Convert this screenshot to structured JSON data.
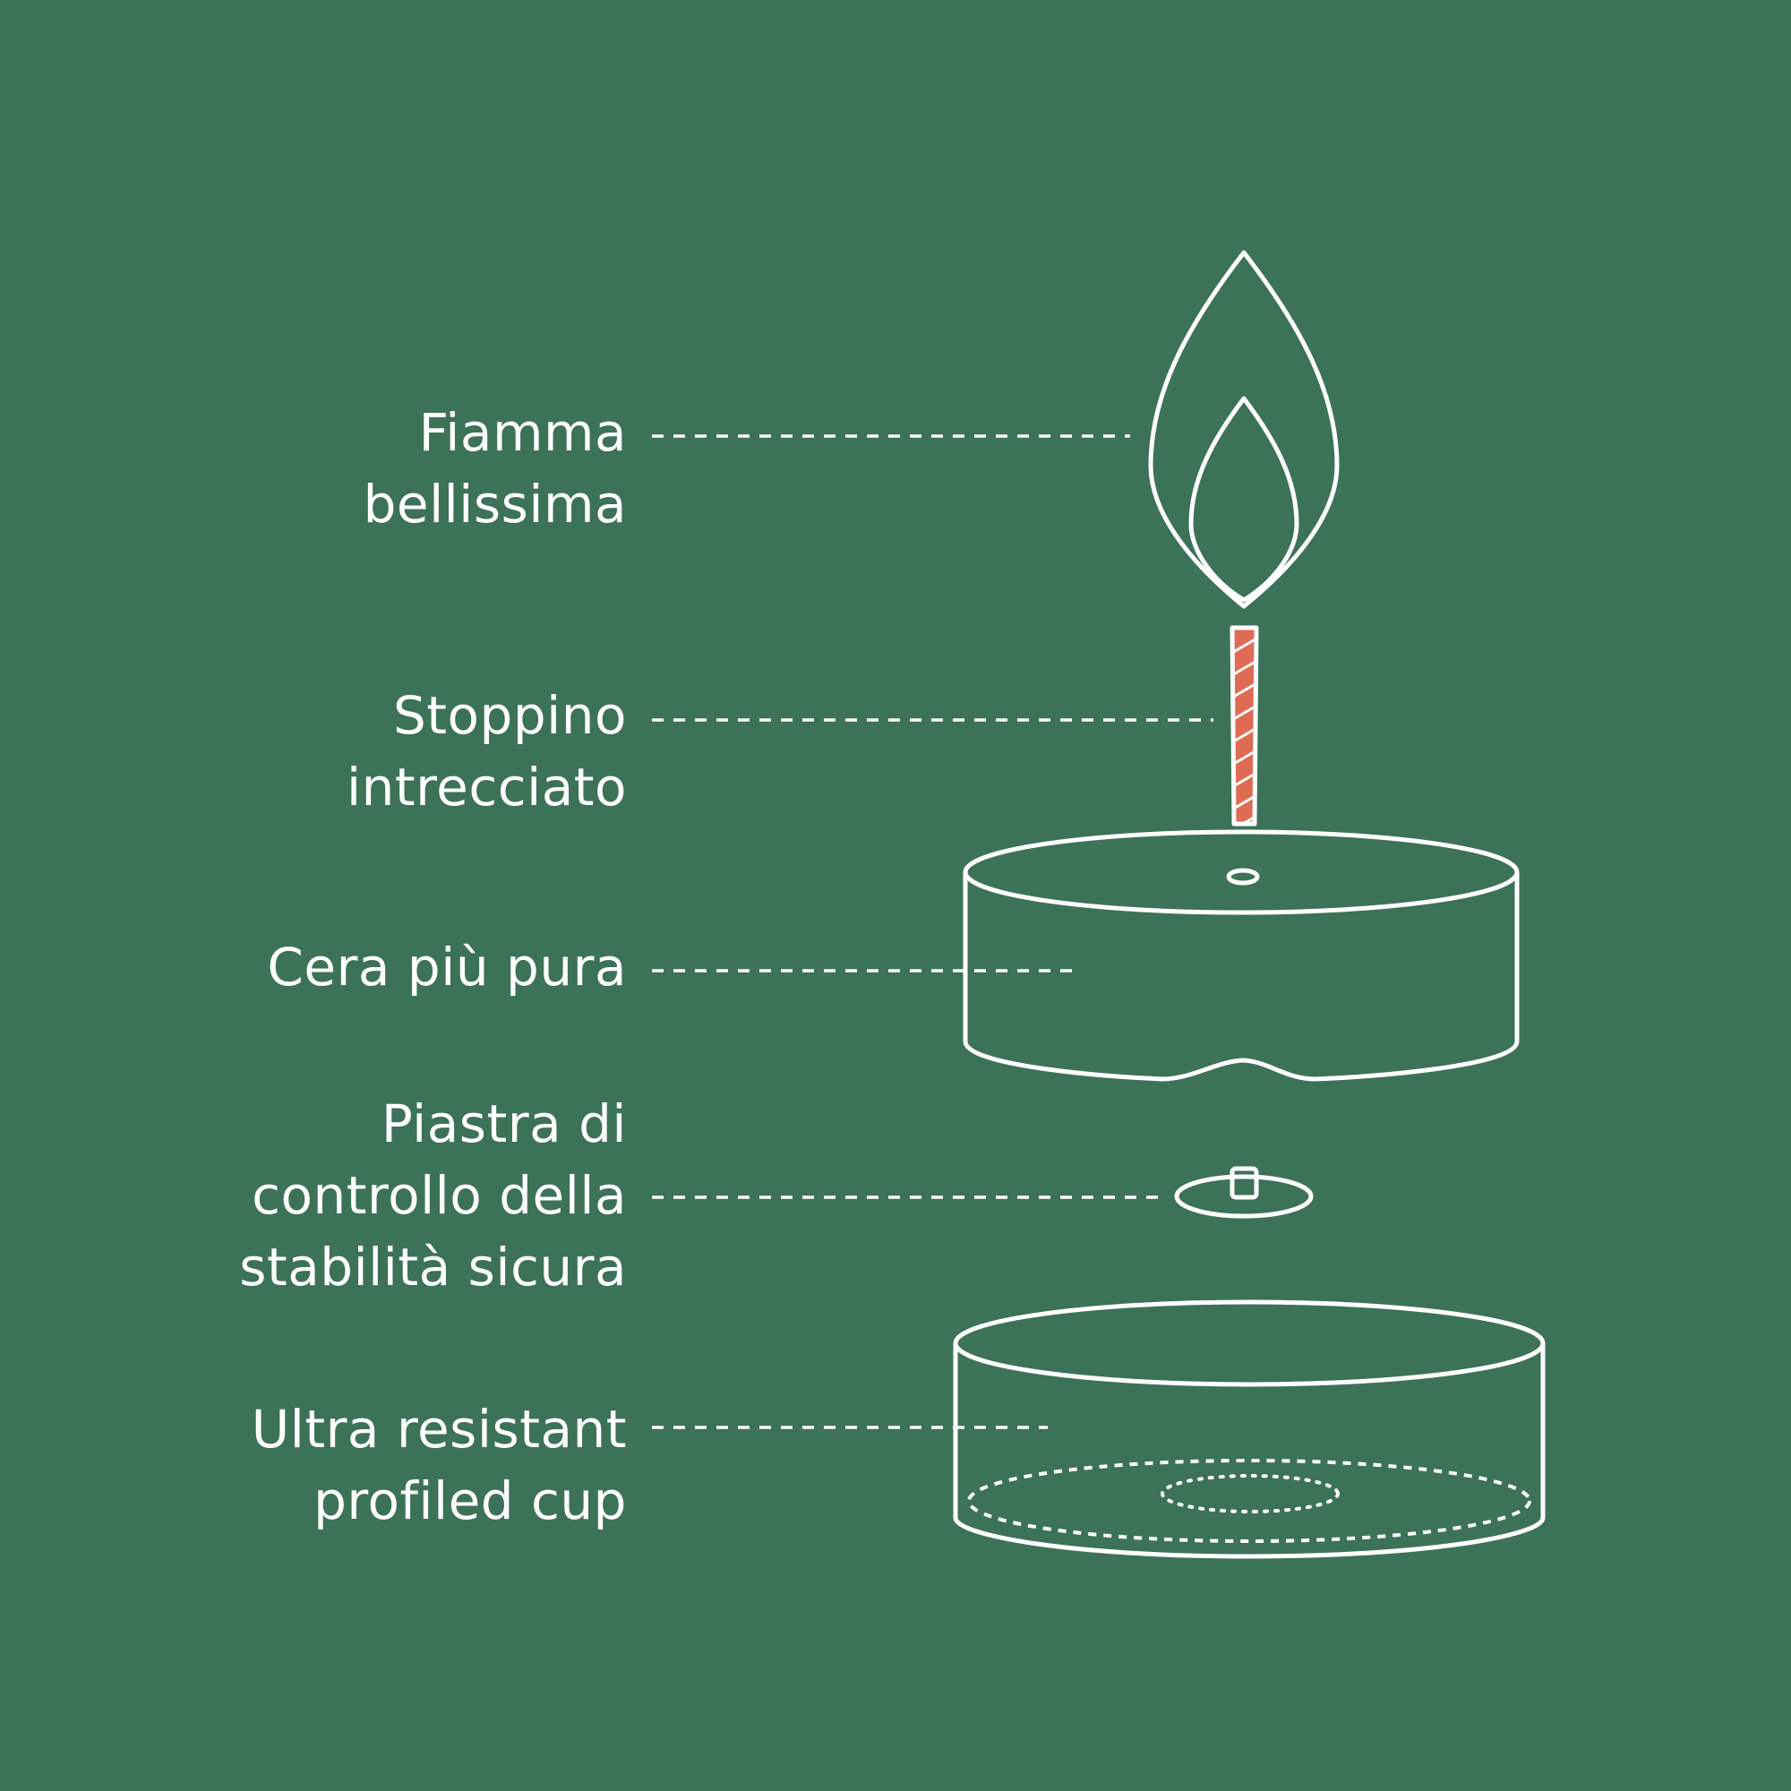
{
  "colors": {
    "background": "#3c7258",
    "line": "#ffffff",
    "wick": "#e06b55"
  },
  "labels": {
    "flame": [
      "Fiamma",
      "bellissima"
    ],
    "wick": [
      "Stoppino",
      "intrecciato"
    ],
    "wax": [
      "Cera più pura"
    ],
    "plate": [
      "Piastra di",
      "controllo della",
      "stabilità sicura"
    ],
    "cup": [
      "Ultra resistant",
      "profiled cup"
    ]
  }
}
